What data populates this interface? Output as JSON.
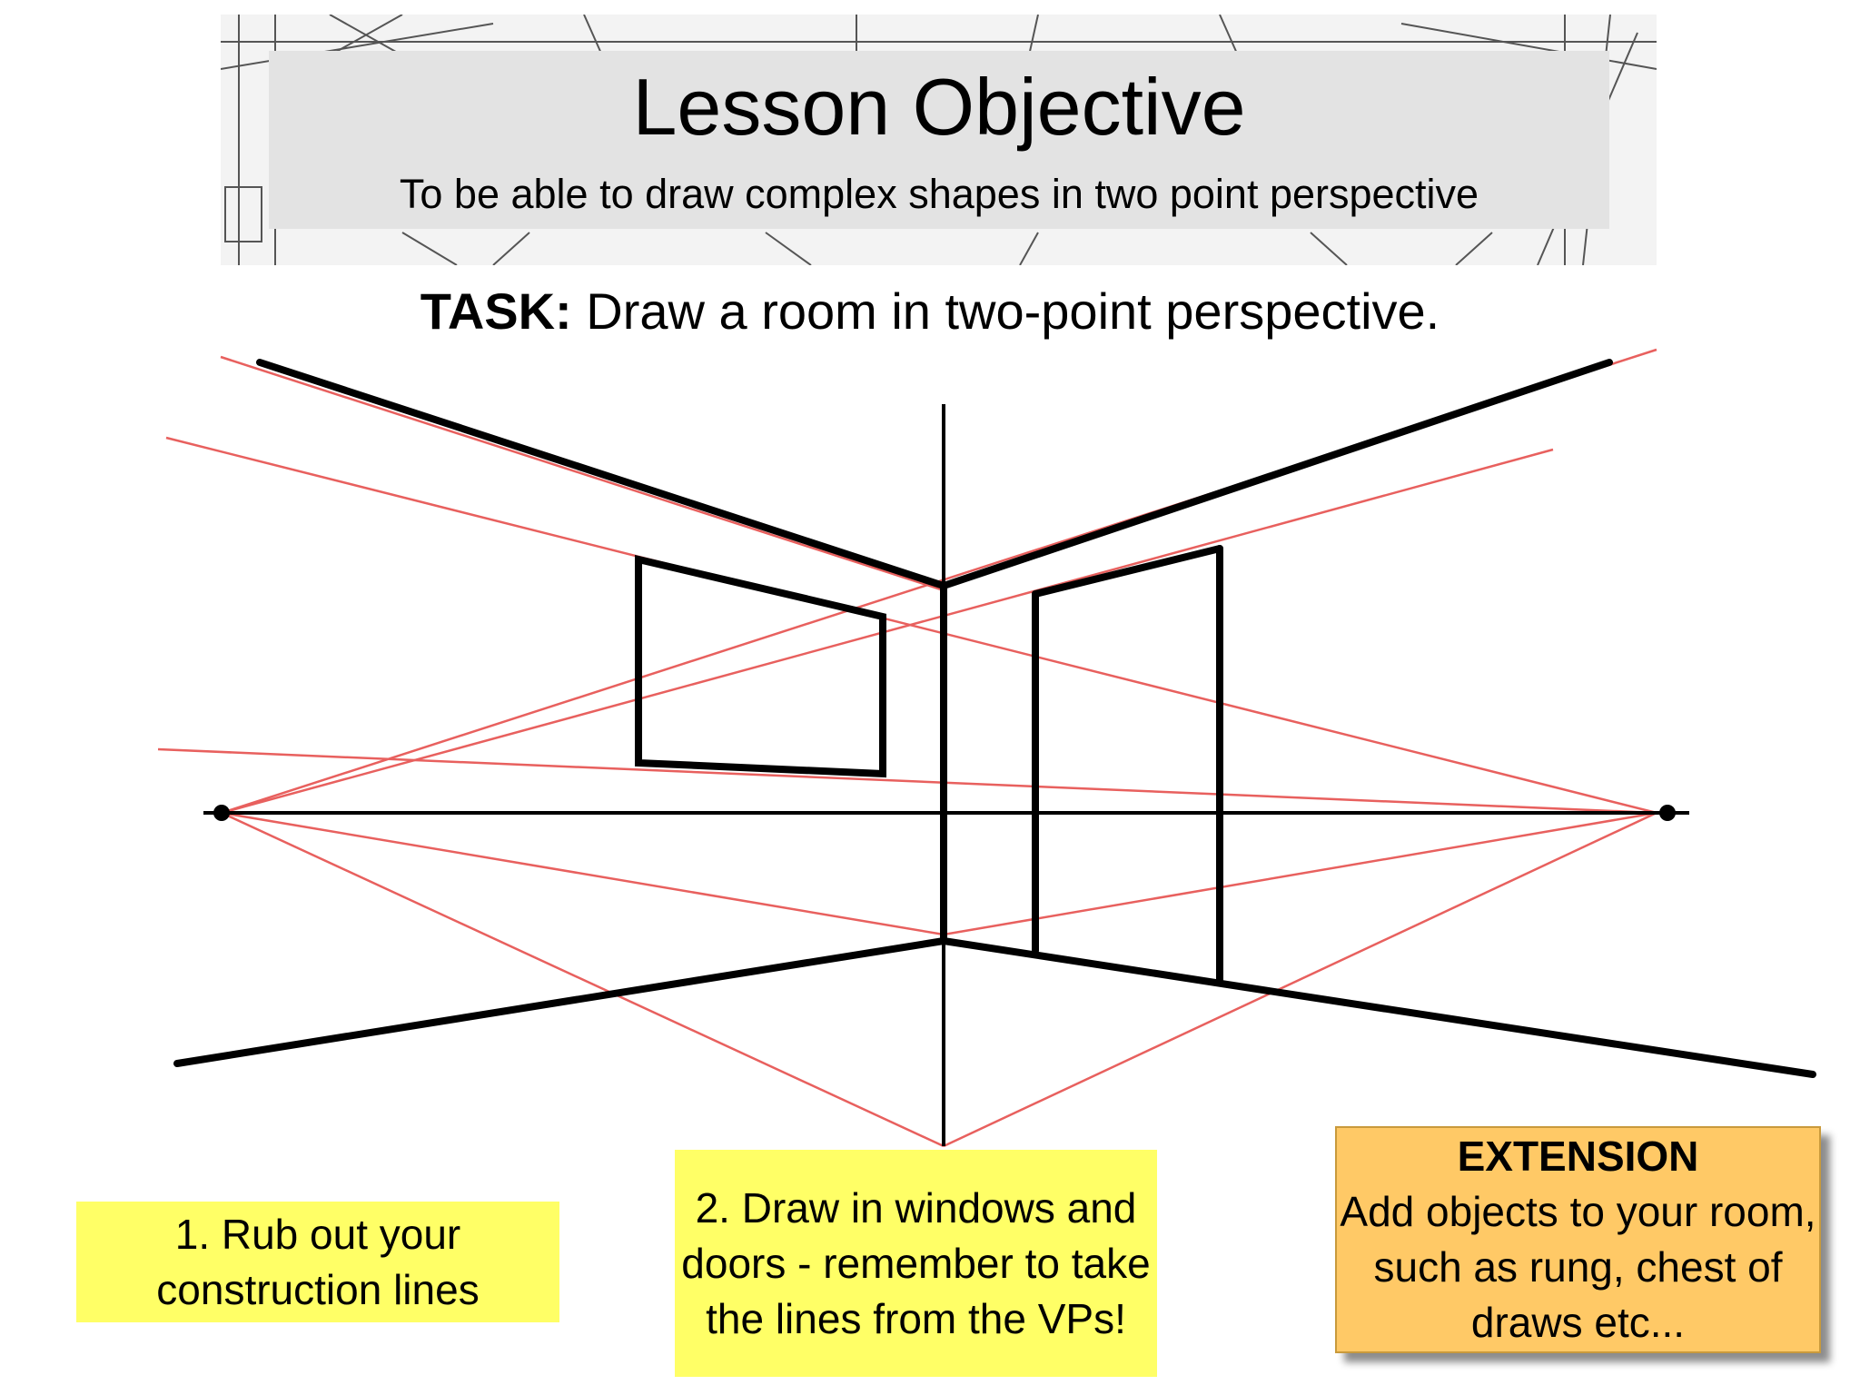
{
  "banner": {
    "title": "Lesson Objective",
    "subtitle": "To be able to draw complex shapes in two point perspective"
  },
  "task": {
    "label": "TASK:",
    "text": "Draw a room in two-point perspective."
  },
  "notes": {
    "step1": "1.  Rub out your construction lines",
    "step2": "2. Draw in windows and doors - remember to take the lines from the VPs!",
    "extension_heading": "EXTENSION",
    "extension_body": "Add objects to your room, such as rung, chest of draws etc..."
  },
  "colors": {
    "construction_line": "#e8605e",
    "drawing_line": "#000000",
    "note_yellow": "#ffff66",
    "extension_orange": "#ffc966"
  }
}
